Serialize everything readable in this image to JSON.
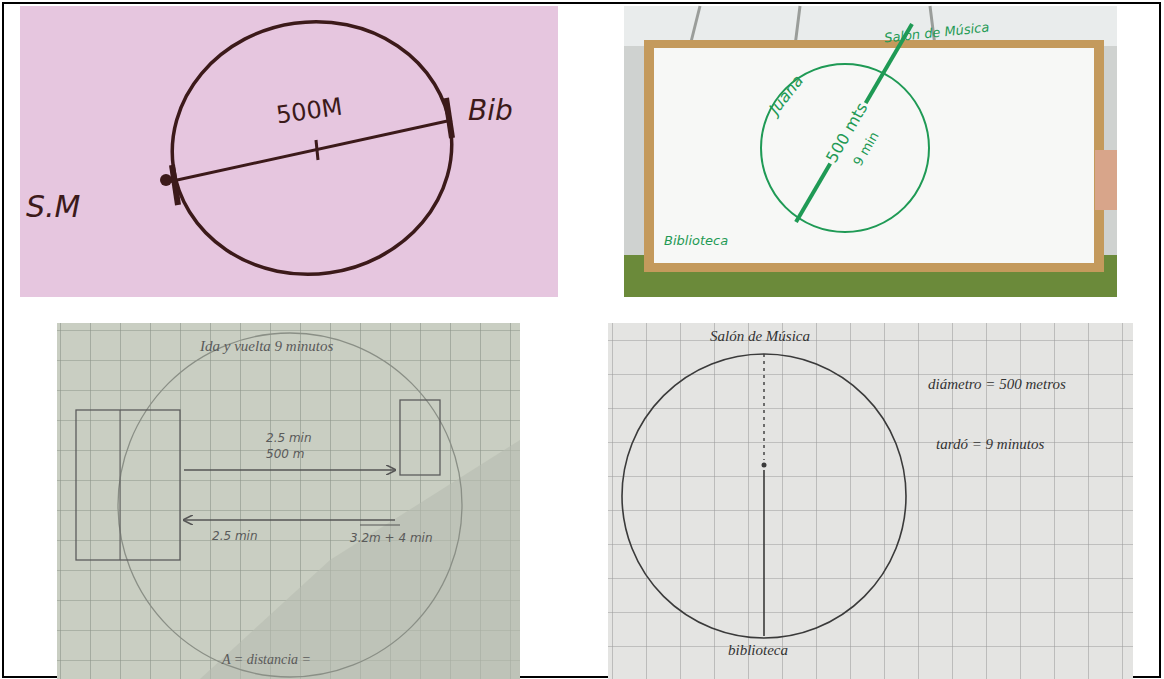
{
  "diagram": {
    "labels": [
      "S.M",
      "500M",
      "Bib",
      "Salón de Música",
      "Juana",
      "500 mts",
      "9 min",
      "Biblioteca",
      "Ida y vuelta 9 minutos",
      "2.5 min",
      "500 m",
      "2.5 min",
      "3.2m + 4 min",
      "A = distancia =",
      "Salón de Música",
      "diámetro = 500 metros",
      "tardó = 9 minutos",
      "biblioteca"
    ]
  }
}
